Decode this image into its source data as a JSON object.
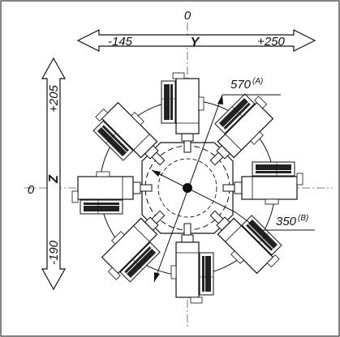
{
  "axes": {
    "top_zero": "0",
    "left_zero": "0",
    "y": {
      "label": "Y",
      "min": "-145",
      "max": "+250"
    },
    "z": {
      "label": "Z",
      "max": "+205",
      "min": "-190"
    }
  },
  "dimensions": {
    "outer": {
      "value": "570",
      "tag": "(A)"
    },
    "inner": {
      "value": "350",
      "tag": "(B)"
    }
  },
  "heads": [
    "top",
    "top-right",
    "right",
    "bottom-right",
    "bottom",
    "bottom-left",
    "left",
    "top-left"
  ],
  "colors": {
    "line": "#111111",
    "fill": "#ffffff",
    "frame": "#333333"
  }
}
